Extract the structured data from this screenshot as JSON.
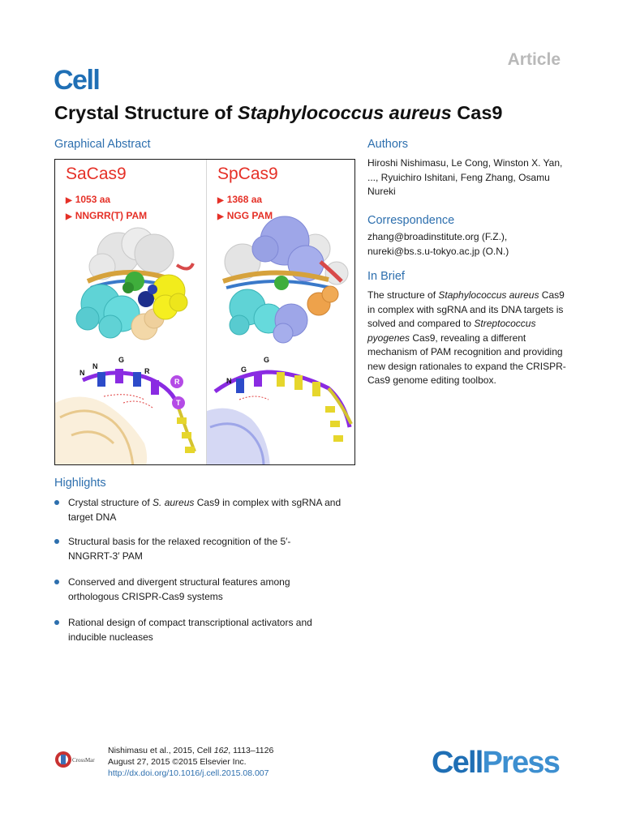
{
  "header": {
    "article_label": "Article",
    "journal": "Cell",
    "title_pre": "Crystal Structure of ",
    "title_italic": "Staphylococcus aureus",
    "title_post": " Cas9"
  },
  "graphical_abstract": {
    "heading": "Graphical Abstract",
    "left": {
      "name": "SaCas9",
      "bullet_1": "1053 aa",
      "bullet_2": "NNGRR(T) PAM",
      "pam_labels": [
        "N",
        "N",
        "G",
        "R",
        "R",
        "T"
      ]
    },
    "right": {
      "name": "SpCas9",
      "bullet_1": "1368 aa",
      "bullet_2": "NGG PAM",
      "pam_labels": [
        "N",
        "G",
        "G"
      ]
    },
    "colors": {
      "label_red": "#e53027",
      "sa_domain_cyan": "#5fd3d6",
      "sa_domain_yellow": "#f2ec1c",
      "sa_domain_peach": "#f3d8a8",
      "sp_domain_lavender": "#9ea6e8",
      "sp_domain_orange": "#eea24b",
      "surface_white": "#e4e4e4",
      "dna_purple": "#8a2be2"
    }
  },
  "highlights": {
    "heading": "Highlights",
    "items": [
      {
        "pre": "Crystal structure of ",
        "italic": "S. aureus",
        "post": " Cas9 in complex with sgRNA and target DNA"
      },
      {
        "pre": "Structural basis for the relaxed recognition of the 5′-NNGRRT-3′ PAM",
        "italic": "",
        "post": ""
      },
      {
        "pre": "Conserved and divergent structural features among orthologous CRISPR-Cas9 systems",
        "italic": "",
        "post": ""
      },
      {
        "pre": "Rational design of compact transcriptional activators and inducible nucleases",
        "italic": "",
        "post": ""
      }
    ]
  },
  "authors": {
    "heading": "Authors",
    "names": "Hiroshi Nishimasu, Le Cong, Winston X. Yan, ..., Ryuichiro Ishitani, Feng Zhang, Osamu Nureki"
  },
  "correspondence": {
    "heading": "Correspondence",
    "line_1": "zhang@broadinstitute.org (F.Z.),",
    "line_2": "nureki@bs.s.u-tokyo.ac.jp (O.N.)"
  },
  "in_brief": {
    "heading": "In Brief",
    "part_1": "The structure of ",
    "italic_1": "Staphylococcus aureus",
    "part_2": " Cas9 in complex with sgRNA and its DNA targets is solved and compared to ",
    "italic_2": "Streptococcus pyogenes",
    "part_3": " Cas9, revealing a different mechanism of PAM recognition and providing new design rationales to expand the CRISPR-Cas9 genome editing toolbox."
  },
  "footer": {
    "citation_pre": "Nishimasu et al., 2015, Cell ",
    "citation_volume": "162",
    "citation_post": ", 1113–1126",
    "date_line": "August 27, 2015 ©2015 Elsevier Inc.",
    "doi": "http://dx.doi.org/10.1016/j.cell.2015.08.007",
    "crossmark_text": "CrossMark",
    "publisher_a": "Cell",
    "publisher_b": "Press"
  }
}
